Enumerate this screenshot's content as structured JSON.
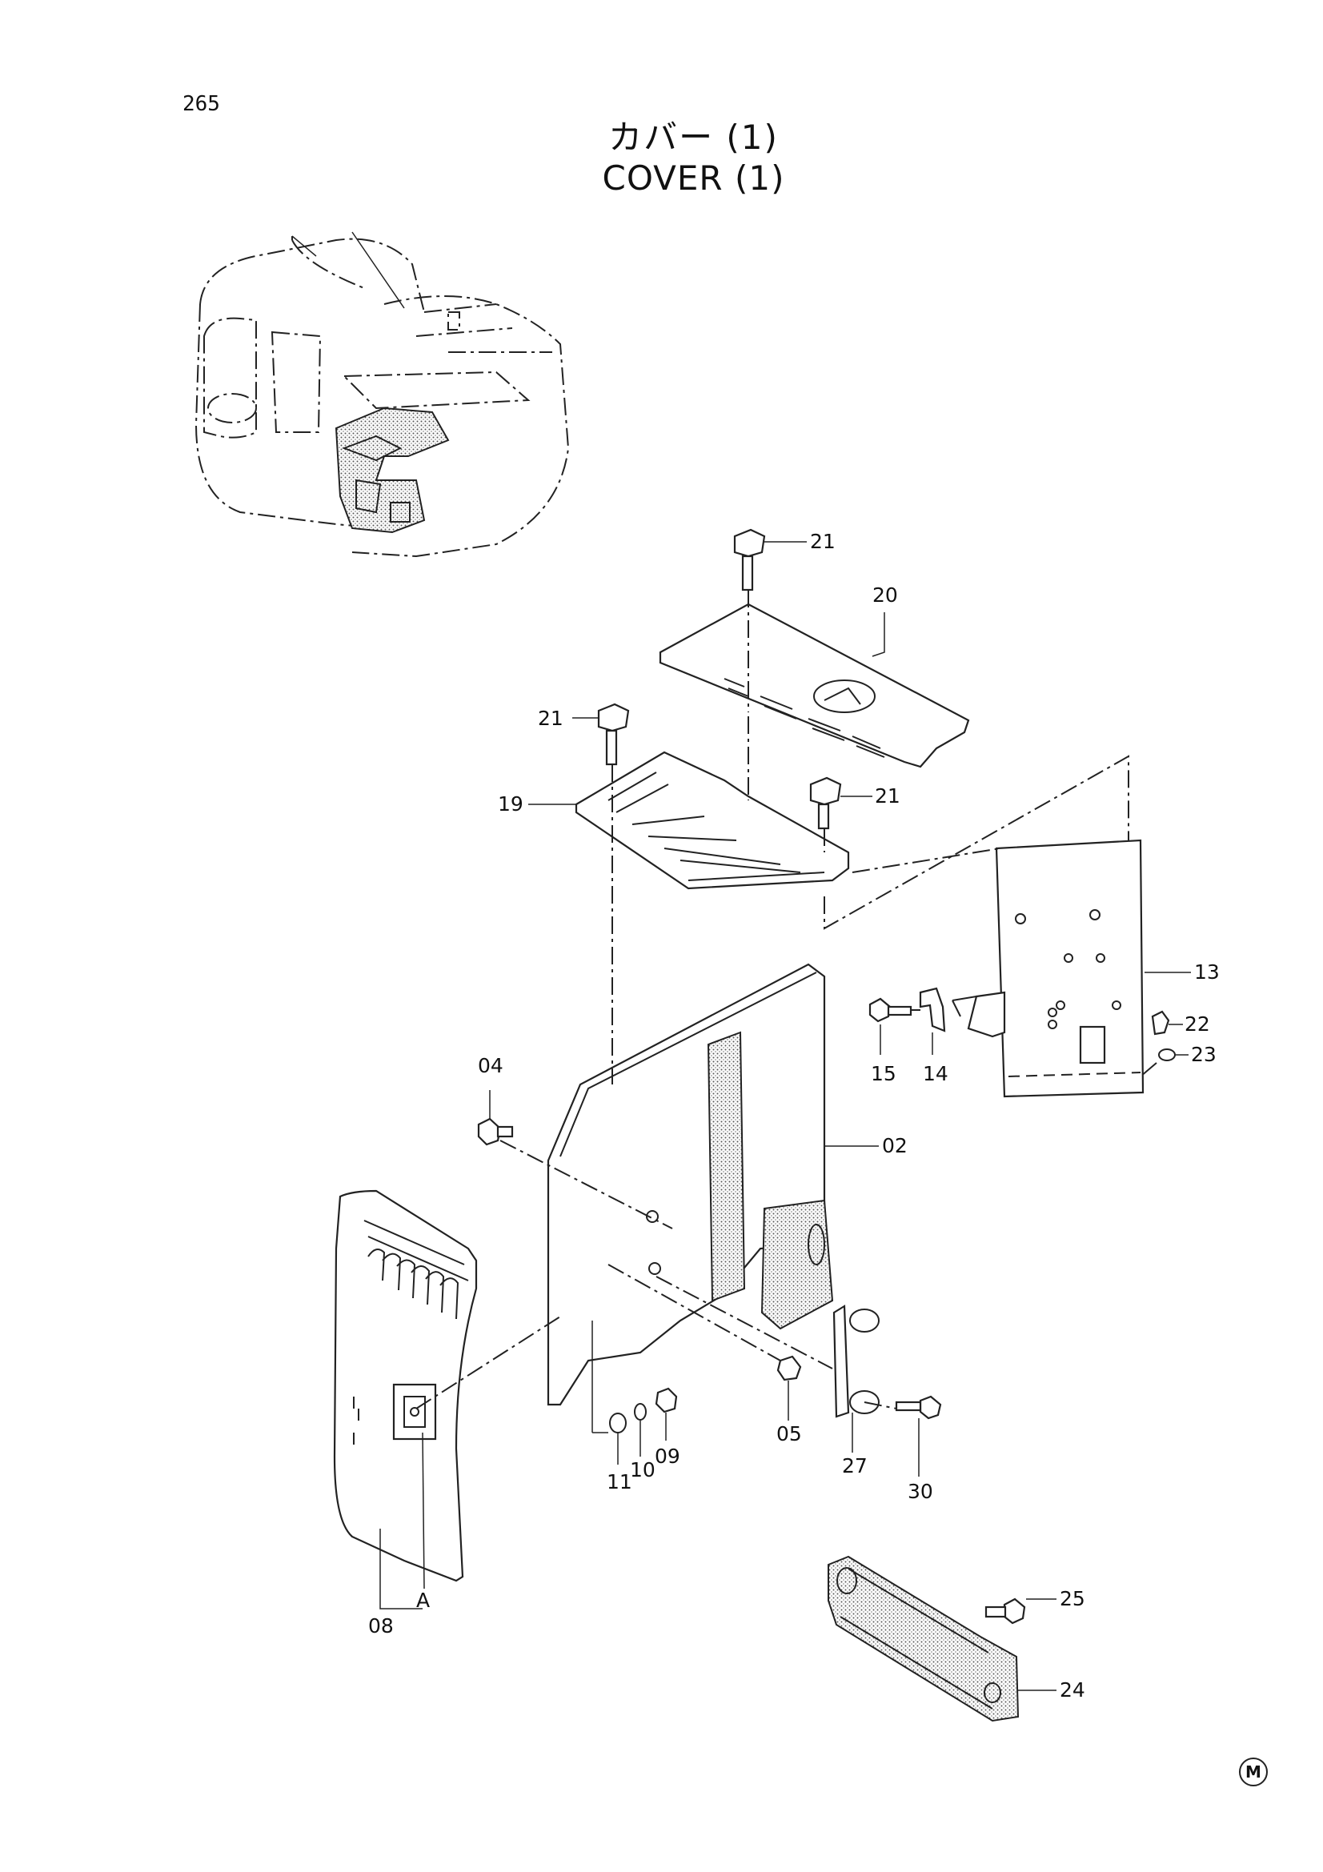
{
  "page_number": "265",
  "title_jp": "カバー (1)",
  "title_en": "COVER (1)",
  "callouts": {
    "c21a": "21",
    "c20": "20",
    "c21b": "21",
    "c19": "19",
    "c21c": "21",
    "c13": "13",
    "c22": "22",
    "c23": "23",
    "c15": "15",
    "c14": "14",
    "c04": "04",
    "c02": "02",
    "c05": "05",
    "c11": "11",
    "c10": "10",
    "c09": "09",
    "c27": "27",
    "c30": "30",
    "cA": "A",
    "c08": "08",
    "c25": "25",
    "c24": "24"
  },
  "mark": "M"
}
